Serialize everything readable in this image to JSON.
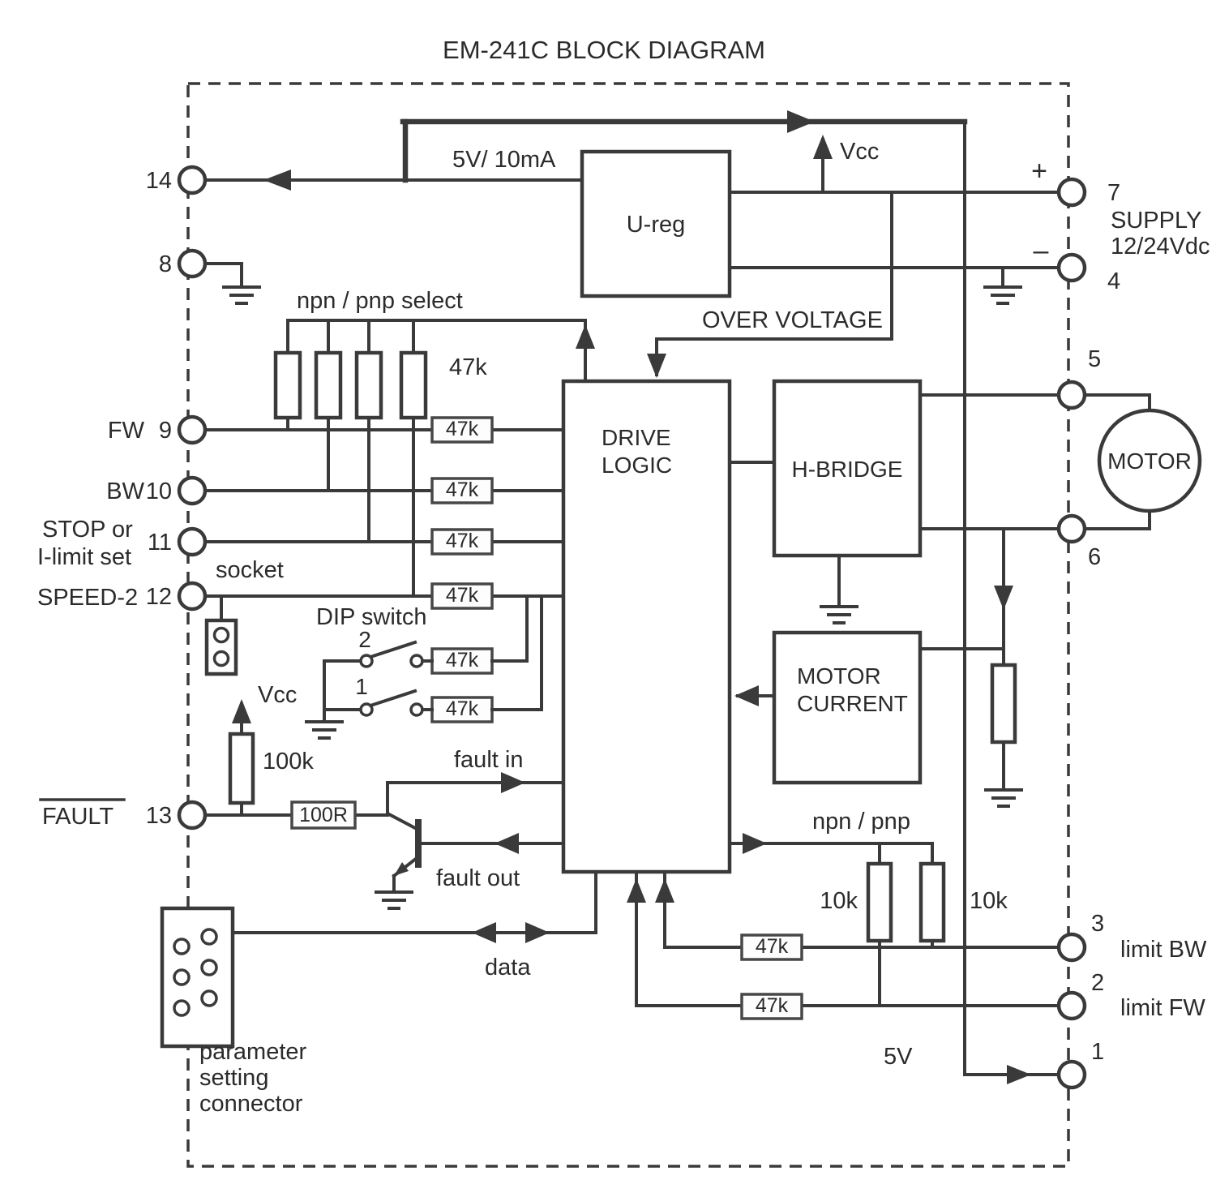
{
  "title": "EM-241C  BLOCK DIAGRAM",
  "values": {
    "r47k": "47k",
    "r100k": "100k",
    "r100r": "100R",
    "r10k": "10k"
  },
  "blocks": {
    "u_reg": "U-reg",
    "drive_logic": [
      "DRIVE",
      "LOGIC"
    ],
    "h_bridge": "H-BRIDGE",
    "motor_current": [
      "MOTOR",
      "CURRENT"
    ],
    "motor": "MOTOR"
  },
  "terminals": {
    "t14": "14",
    "t8": "8",
    "t9": "9",
    "t10": "10",
    "t11": "11",
    "t12": "12",
    "t13": "13",
    "t7": "7",
    "t4": "4",
    "t5": "5",
    "t6": "6",
    "t3": "3",
    "t2": "2",
    "t1": "1"
  },
  "pins": {
    "fw": "FW",
    "bw": "BW",
    "stop_line1": "STOP or",
    "stop_line2": "I-limit set",
    "speed2": "SPEED-2",
    "fault": "FAULT",
    "plus": "+",
    "minus": "–",
    "supply_line1": "SUPPLY",
    "supply_line2": "12/24Vdc",
    "limit_bw": "limit BW",
    "limit_fw": "limit FW"
  },
  "annotations": {
    "aux_5v": "5V/ 10mA",
    "vcc_top": "Vcc",
    "over_voltage": "OVER VOLTAGE",
    "npn_pnp_select": "npn / pnp select",
    "socket": "socket",
    "dip_switch": "DIP switch",
    "dip_pos_2": "2",
    "dip_pos_1": "1",
    "vcc_pullup": "Vcc",
    "fault_in": "fault in",
    "fault_out": "fault out",
    "data": "data",
    "npn_pnp": "npn / pnp",
    "bottom_5v": "5V",
    "connector_line1": "parameter",
    "connector_line2": "setting",
    "connector_line3": "connector"
  }
}
